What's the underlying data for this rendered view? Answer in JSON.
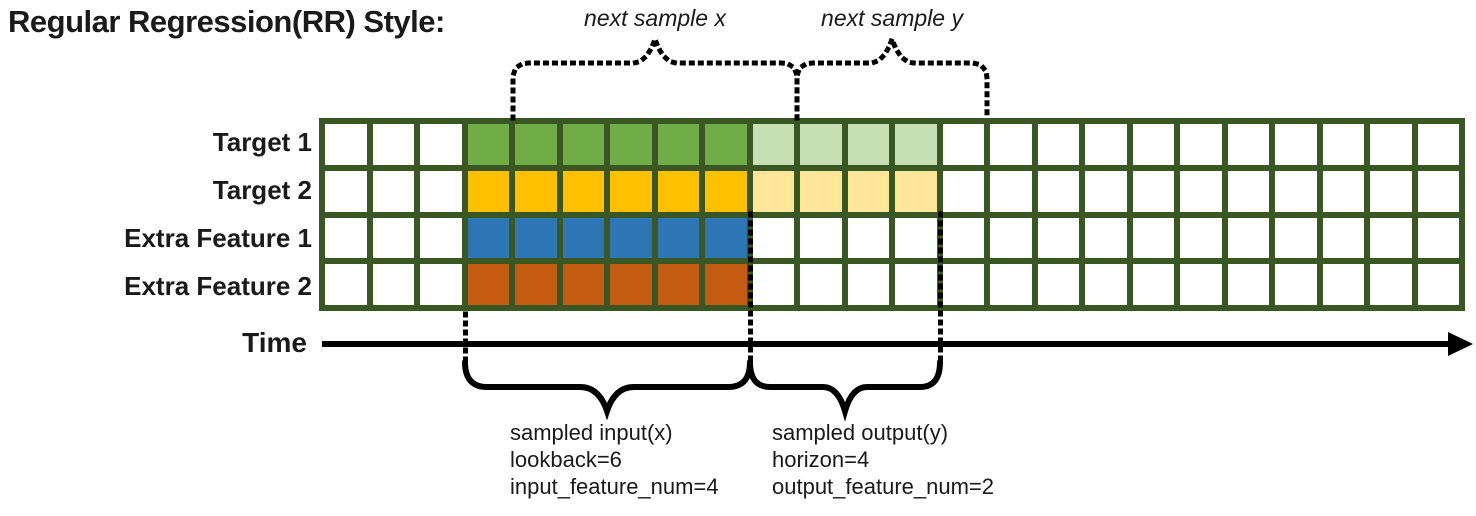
{
  "title": "Regular Regression(RR) Style:",
  "time_axis": {
    "label": "Time"
  },
  "annotations": {
    "next_sample_x": "next sample x",
    "next_sample_y": "next sample y",
    "input_lines": [
      "sampled input(x)",
      "lookback=6",
      "input_feature_num=4"
    ],
    "output_lines": [
      "sampled output(y)",
      "horizon=4",
      "output_feature_num=2"
    ]
  },
  "parameters": {
    "lookback": 6,
    "horizon": 4,
    "input_feature_num": 4,
    "output_feature_num": 2
  },
  "grid": {
    "columns": 24,
    "input_start_col": 3,
    "lookback": 6,
    "horizon": 4,
    "rows": [
      {
        "label": "Target 1",
        "type": "target",
        "input_color": "#70ad47",
        "output_color": "#c6e0b4"
      },
      {
        "label": "Target 2",
        "type": "target",
        "input_color": "#ffc000",
        "output_color": "#ffe699"
      },
      {
        "label": "Extra Feature 1",
        "type": "extra",
        "input_color": "#2e75b6",
        "output_color": null
      },
      {
        "label": "Extra Feature 2",
        "type": "extra",
        "input_color": "#c55a11",
        "output_color": null
      }
    ],
    "border_color": "#385723",
    "cell_color": "#ffffff"
  },
  "colors": {
    "line": "#000000",
    "text": "#1a1a1a"
  }
}
